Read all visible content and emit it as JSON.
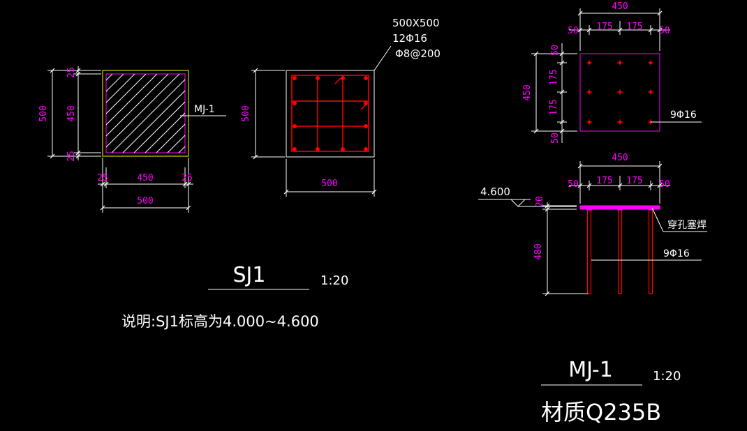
{
  "colors": {
    "background": "#000000",
    "dimension_text": "#ff00ff",
    "annotation_text": "#ffffff",
    "rebar": "#ff0000",
    "embed_plate": "#ff00ff",
    "hatch_outline": "#ffff00"
  },
  "sj1_section": {
    "dim_height_total": "500",
    "dim_top_cover": "25",
    "dim_mid": "450",
    "dim_bottom_cover": "25",
    "dim_left_cover": "25",
    "dim_width_mid": "450",
    "dim_right_cover": "25",
    "dim_width_total": "500",
    "leader_label": "MJ-1"
  },
  "sj1_rebar": {
    "dim_height": "500",
    "dim_width": "500",
    "note_size": "500X500",
    "note_main_bars": "12Φ16",
    "note_stirrups": "Φ8@200"
  },
  "sj1_title": {
    "name": "SJ1",
    "scale": "1:20",
    "note": "说明:SJ1标高为4.000~4.600"
  },
  "mj1_plan": {
    "dim_total_width": "450",
    "dim_left_edge": "50",
    "dim_span_1": "175",
    "dim_span_2": "175",
    "dim_right_edge": "50",
    "dim_total_height": "450",
    "dim_top_edge": "50",
    "dim_vspan_1": "175",
    "dim_vspan_2": "175",
    "dim_bottom_edge": "50",
    "bar_label": "9Φ16"
  },
  "mj1_elevation": {
    "dim_total_width": "450",
    "dim_left_edge": "50",
    "dim_span_1": "175",
    "dim_span_2": "175",
    "dim_right_edge": "50",
    "elevation_label": "4.600",
    "dim_plate_thickness": "20",
    "dim_bar_length": "480",
    "weld_label": "穿孔塞焊",
    "bar_label": "9Φ16"
  },
  "mj1_title": {
    "name": "MJ-1",
    "scale": "1:20",
    "material": "材质Q235B"
  }
}
